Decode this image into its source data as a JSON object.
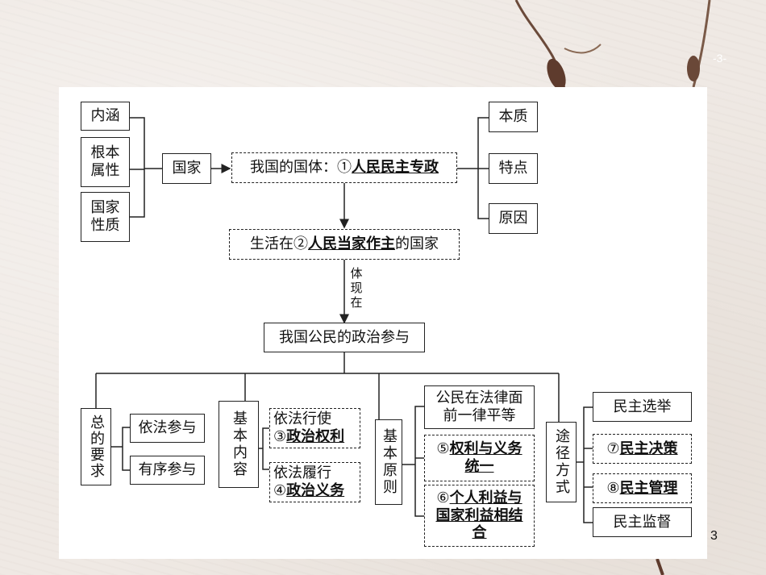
{
  "page": {
    "top_marker": "-3-",
    "number": "3"
  },
  "left_group": {
    "items": [
      "内涵",
      "根本\n属性",
      "国家\n性质"
    ]
  },
  "guojia": "国家",
  "guoti": {
    "prefix": "我国的国体：①",
    "answer": "人民民主专政"
  },
  "right_group": {
    "items": [
      "本质",
      "特点",
      "原因"
    ]
  },
  "life": {
    "prefix": "生活在②",
    "answer": "人民当家作主",
    "suffix": "的国家"
  },
  "tixian": "体现在",
  "center": "我国公民的政治参与",
  "zong": {
    "label": "总的要求",
    "items": [
      "依法参与",
      "有序参与"
    ]
  },
  "jiben_content": {
    "label": "基本内容",
    "items": [
      {
        "line1": "依法行使",
        "prefix": "③",
        "answer": "政治权利"
      },
      {
        "line1": "依法履行",
        "prefix": "④",
        "answer": "政治义务"
      }
    ]
  },
  "jiben_principle": {
    "label": "基本原则",
    "item1": "公民在法律面前一律平等",
    "item2": {
      "prefix": "⑤",
      "answer": "权利与义务统一"
    },
    "item3": {
      "prefix": "⑥",
      "answer": "个人利益与国家利益相结合"
    }
  },
  "tujing": {
    "label": "途径方式",
    "items": [
      {
        "text": "民主选举"
      },
      {
        "prefix": "⑦",
        "answer": "民主决策"
      },
      {
        "prefix": "⑧",
        "answer": "民主管理"
      },
      {
        "text": "民主监督"
      }
    ]
  },
  "colors": {
    "line": "#222222",
    "panel": "#ffffff",
    "background": "#efe9e4"
  }
}
